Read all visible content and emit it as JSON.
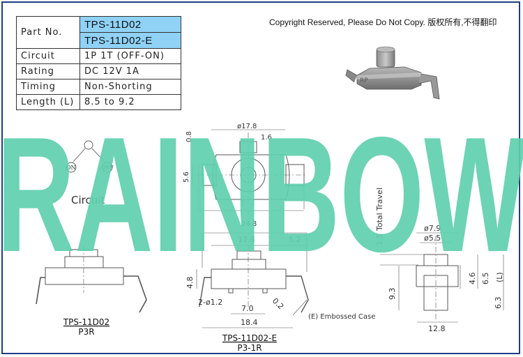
{
  "header": {
    "copyright": "Copyright Reserved, Please Do Not Copy. 版权所有,不得翻印"
  },
  "spec_table": {
    "part_no_label": "Part No.",
    "models": [
      "TPS-11D02",
      "TPS-11D02-E"
    ],
    "rows": [
      {
        "label": "Circuit",
        "value": "1P 1T (OFF-ON)"
      },
      {
        "label": "Rating",
        "value": "DC 12V 1A"
      },
      {
        "label": "Timing",
        "value": "Non-Shorting"
      },
      {
        "label": "Length (L)",
        "value": "8.5 to 9.2"
      }
    ]
  },
  "watermark": {
    "text": "RAINBOW",
    "color": "#5fcfae"
  },
  "photo": {
    "badge": "RP"
  },
  "circuit": {
    "on": "ON",
    "off": "OFF",
    "label": "Circuit"
  },
  "dimensions": {
    "top": {
      "d_17_8": "ø17.8",
      "d_0_8": "0.8",
      "d_1_6": "1.6",
      "d_5_6": "5.6",
      "d_24_8": "24.8"
    },
    "front": {
      "d_17_8": "17.8",
      "d_5_2": "5.2",
      "d_4_8": "4.8",
      "d_holes": "2-ø1.2",
      "d_7_0": "7.0",
      "d_0_2": "0.2",
      "d_18_4": "18.4",
      "embossed": "(E) Embossed Case"
    },
    "side": {
      "travel": "1.5 Total Travel",
      "d_7_9": "ø7.9",
      "d_5_5": "ø5.5",
      "d_4_6": "4.6",
      "d_6_5": "6.5",
      "d_l": "(L)",
      "d_9_3": "9.3",
      "d_6_3": "6.3",
      "d_12_8": "12.8"
    }
  },
  "captions": {
    "left_model": "TPS-11D02",
    "left_code": "P3R",
    "mid_model": "TPS-11D02-E",
    "mid_code": "P3-1R"
  }
}
